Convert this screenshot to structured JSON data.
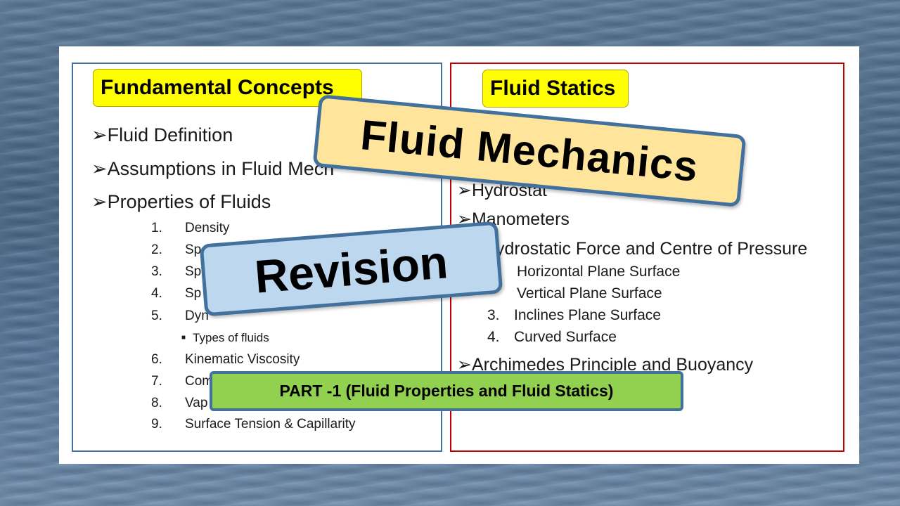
{
  "left_panel": {
    "header": "Fundamental Concepts",
    "items": [
      "➢Fluid Definition",
      "➢Assumptions in Fluid Mech",
      "➢Properties of Fluids"
    ],
    "properties": [
      {
        "n": "1.",
        "label": "Density"
      },
      {
        "n": "2.",
        "label": "Sp"
      },
      {
        "n": "3.",
        "label": "Sp"
      },
      {
        "n": "4.",
        "label": "Sp"
      },
      {
        "n": "5.",
        "label": "Dyn"
      },
      {
        "n": "6.",
        "label": "Kinematic Viscosity"
      },
      {
        "n": "7.",
        "label": "Com"
      },
      {
        "n": "8.",
        "label": "Vap"
      },
      {
        "n": "9.",
        "label": "Surface Tension & Capillarity"
      }
    ],
    "sub_item": "Types of fluids"
  },
  "right_panel": {
    "header": "Fluid Statics",
    "items": [
      "➢Hydrostat",
      "➢Manometers",
      "ydrostatic Force and Centre of Pressure",
      "➢Archimedes Principle and Buoyancy"
    ],
    "surfaces": [
      {
        "n": "",
        "label": "Horizontal Plane Surface"
      },
      {
        "n": "",
        "label": "Vertical Plane Surface"
      },
      {
        "n": "3.",
        "label": "Inclines Plane Surface"
      },
      {
        "n": "4.",
        "label": "Curved Surface"
      }
    ]
  },
  "banners": {
    "title": "Fluid Mechanics",
    "subtitle": "Revision",
    "part": "PART -1 (Fluid Properties and Fluid Statics)"
  },
  "colors": {
    "header_bg": "#ffff00",
    "left_border": "#41719c",
    "right_border": "#c00000",
    "title_bg": "#ffe49c",
    "subtitle_bg": "#bdd7ee",
    "part_bg": "#92d050"
  }
}
